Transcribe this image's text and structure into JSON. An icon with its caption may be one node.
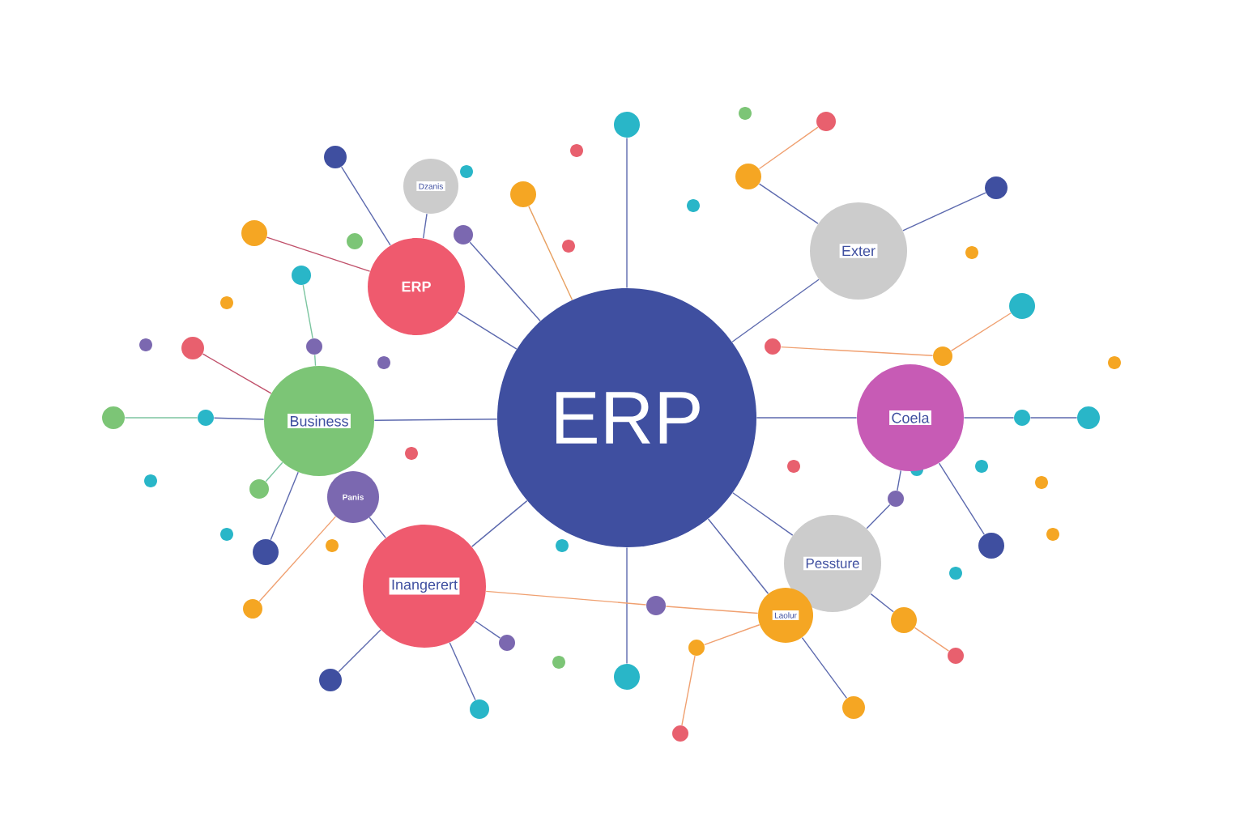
{
  "diagram": {
    "nodes": [
      {
        "text": [
          "ERP"
        ]
      },
      {
        "text": [
          "Dzanis"
        ]
      },
      {
        "text": [
          "ERP"
        ]
      },
      {
        "text": [
          "Business"
        ]
      },
      {
        "text": [
          "Panis"
        ]
      },
      {
        "text": [
          "Inangerert"
        ]
      },
      {
        "text": [
          "Exter"
        ]
      },
      {
        "text": [
          "Coela"
        ]
      },
      {
        "text": [
          "Pessture"
        ]
      },
      {
        "text": [
          "Laolur"
        ]
      },
      {
        "text": [],
        "shape": "circle"
      },
      {
        "text": [],
        "shape": "circle"
      },
      {
        "text": [],
        "shape": "circle"
      },
      {
        "text": [],
        "shape": "circle"
      },
      {
        "text": [],
        "shape": "circle"
      },
      {
        "text": [],
        "shape": "circle"
      },
      {
        "text": [],
        "shape": "circle"
      },
      {
        "text": [],
        "shape": "circle"
      },
      {
        "text": [],
        "shape": "circle"
      },
      {
        "text": [],
        "shape": "circle"
      },
      {
        "text": [],
        "shape": "circle"
      },
      {
        "text": [],
        "shape": "circle"
      },
      {
        "text": [],
        "shape": "circle"
      },
      {
        "text": [],
        "shape": "circle"
      },
      {
        "text": [],
        "shape": "circle"
      },
      {
        "text": [],
        "shape": "circle"
      },
      {
        "text": [],
        "shape": "circle"
      },
      {
        "text": [],
        "shape": "circle"
      },
      {
        "text": [],
        "shape": "circle"
      },
      {
        "text": [],
        "shape": "circle"
      },
      {
        "text": [],
        "shape": "circle"
      },
      {
        "text": [],
        "shape": "circle"
      },
      {
        "text": [],
        "shape": "circle"
      },
      {
        "text": [],
        "shape": "circle"
      },
      {
        "text": [],
        "shape": "circle"
      },
      {
        "text": [],
        "shape": "circle"
      },
      {
        "text": [],
        "shape": "circle"
      },
      {
        "text": [],
        "shape": "circle"
      },
      {
        "text": [],
        "shape": "circle"
      },
      {
        "text": [],
        "shape": "circle"
      },
      {
        "text": [],
        "shape": "circle"
      },
      {
        "text": [],
        "shape": "circle"
      },
      {
        "text": [],
        "shape": "circle"
      }
    ],
    "edges": [
      {
        "from": 0,
        "to": 2,
        "arrow": "none"
      },
      {
        "from": 0,
        "to": 3,
        "arrow": "none"
      },
      {
        "from": 0,
        "to": 5,
        "arrow": "none"
      },
      {
        "from": 0,
        "to": 6,
        "arrow": "none"
      },
      {
        "from": 0,
        "to": 7,
        "arrow": "none"
      },
      {
        "from": 0,
        "to": 8,
        "arrow": "none"
      },
      {
        "from": 0,
        "to": 10,
        "arrow": "none"
      },
      {
        "from": 0,
        "to": 14,
        "arrow": "none"
      },
      {
        "from": 0,
        "to": 13,
        "arrow": "none",
        "color": "#e8a060"
      },
      {
        "from": 0,
        "to": 33,
        "arrow": "none"
      },
      {
        "from": 0,
        "to": 9,
        "arrow": "none"
      },
      {
        "from": 1,
        "to": 2,
        "arrow": "none"
      },
      {
        "from": 2,
        "to": 11,
        "arrow": "none"
      },
      {
        "from": 2,
        "to": 12,
        "arrow": "none",
        "color": "#c0506a"
      },
      {
        "from": 6,
        "to": 15,
        "arrow": "none"
      },
      {
        "from": 6,
        "to": 17,
        "arrow": "none"
      },
      {
        "from": 16,
        "to": 15,
        "arrow": "none",
        "color": "#f0a070"
      },
      {
        "from": 20,
        "to": 19,
        "arrow": "none",
        "color": "#f0a070"
      },
      {
        "from": 19,
        "to": 18,
        "arrow": "none",
        "color": "#f0a070"
      },
      {
        "from": 3,
        "to": 22,
        "arrow": "none"
      },
      {
        "from": 22,
        "to": 21,
        "arrow": "none",
        "color": "#7cc5a0"
      },
      {
        "from": 3,
        "to": 23,
        "arrow": "none",
        "color": "#c0506a"
      },
      {
        "from": 3,
        "to": 25,
        "arrow": "none",
        "color": "#7cc5a0"
      },
      {
        "from": 25,
        "to": 24,
        "arrow": "none",
        "color": "#7cc5a0"
      },
      {
        "from": 3,
        "to": 26,
        "arrow": "none",
        "color": "#7cc5a0"
      },
      {
        "from": 3,
        "to": 27,
        "arrow": "none"
      },
      {
        "from": 28,
        "to": 4,
        "arrow": "none",
        "color": "#f0a070"
      },
      {
        "from": 5,
        "to": 4,
        "arrow": "none"
      },
      {
        "from": 5,
        "to": 29,
        "arrow": "none"
      },
      {
        "from": 5,
        "to": 30,
        "arrow": "none"
      },
      {
        "from": 5,
        "to": 31,
        "arrow": "none"
      },
      {
        "from": 5,
        "to": 32,
        "arrow": "none",
        "color": "#f0a070"
      },
      {
        "from": 32,
        "to": 9,
        "arrow": "none",
        "color": "#f0a070"
      },
      {
        "from": 7,
        "to": 34,
        "arrow": "none"
      },
      {
        "from": 34,
        "to": 35,
        "arrow": "none"
      },
      {
        "from": 7,
        "to": 36,
        "arrow": "none"
      },
      {
        "from": 7,
        "to": 37,
        "arrow": "none"
      },
      {
        "from": 37,
        "to": 8,
        "arrow": "none"
      },
      {
        "from": 8,
        "to": 38,
        "arrow": "none"
      },
      {
        "from": 38,
        "to": 39,
        "arrow": "none",
        "color": "#f0a070"
      },
      {
        "from": 9,
        "to": 40,
        "arrow": "none"
      },
      {
        "from": 9,
        "to": 42,
        "arrow": "none",
        "color": "#f0a070"
      },
      {
        "from": 42,
        "to": 41,
        "arrow": "none",
        "color": "#f0a070"
      }
    ]
  }
}
